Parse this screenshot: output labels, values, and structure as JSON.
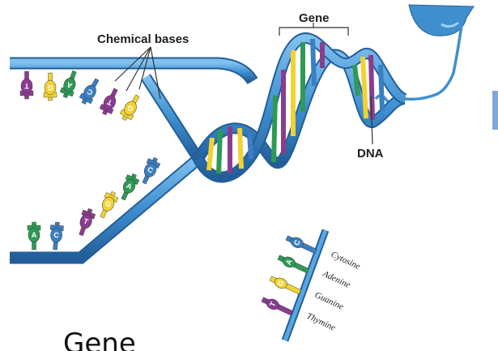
{
  "labels": {
    "chemical_bases": "Chemical bases",
    "gene": "Gene",
    "dna": "DNA"
  },
  "caption": "Gene",
  "colors": {
    "backbone": "#3f8fcf",
    "backbone_dark": "#1f5f9a",
    "cytosine": "#3a7fc1",
    "adenine": "#2e9a55",
    "guanine": "#f0d232",
    "thymine": "#8a3c8f"
  },
  "bases": {
    "upper_strand": [
      {
        "letter": "T",
        "type": "thymine"
      },
      {
        "letter": "G",
        "type": "guanine"
      },
      {
        "letter": "A",
        "type": "adenine"
      },
      {
        "letter": "C",
        "type": "cytosine"
      },
      {
        "letter": "T",
        "type": "thymine"
      },
      {
        "letter": "G",
        "type": "guanine"
      }
    ],
    "lower_strand": [
      {
        "letter": "A",
        "type": "adenine"
      },
      {
        "letter": "C",
        "type": "cytosine"
      },
      {
        "letter": "T",
        "type": "thymine"
      },
      {
        "letter": "G",
        "type": "guanine"
      },
      {
        "letter": "A",
        "type": "adenine"
      },
      {
        "letter": "C",
        "type": "cytosine"
      }
    ]
  },
  "legend": [
    {
      "name": "Cytosine",
      "letter": "C",
      "type": "cytosine"
    },
    {
      "name": "Adenine",
      "letter": "A",
      "type": "adenine"
    },
    {
      "name": "Guanine",
      "letter": "G",
      "type": "guanine"
    },
    {
      "name": "Thymine",
      "letter": "T",
      "type": "thymine"
    }
  ]
}
